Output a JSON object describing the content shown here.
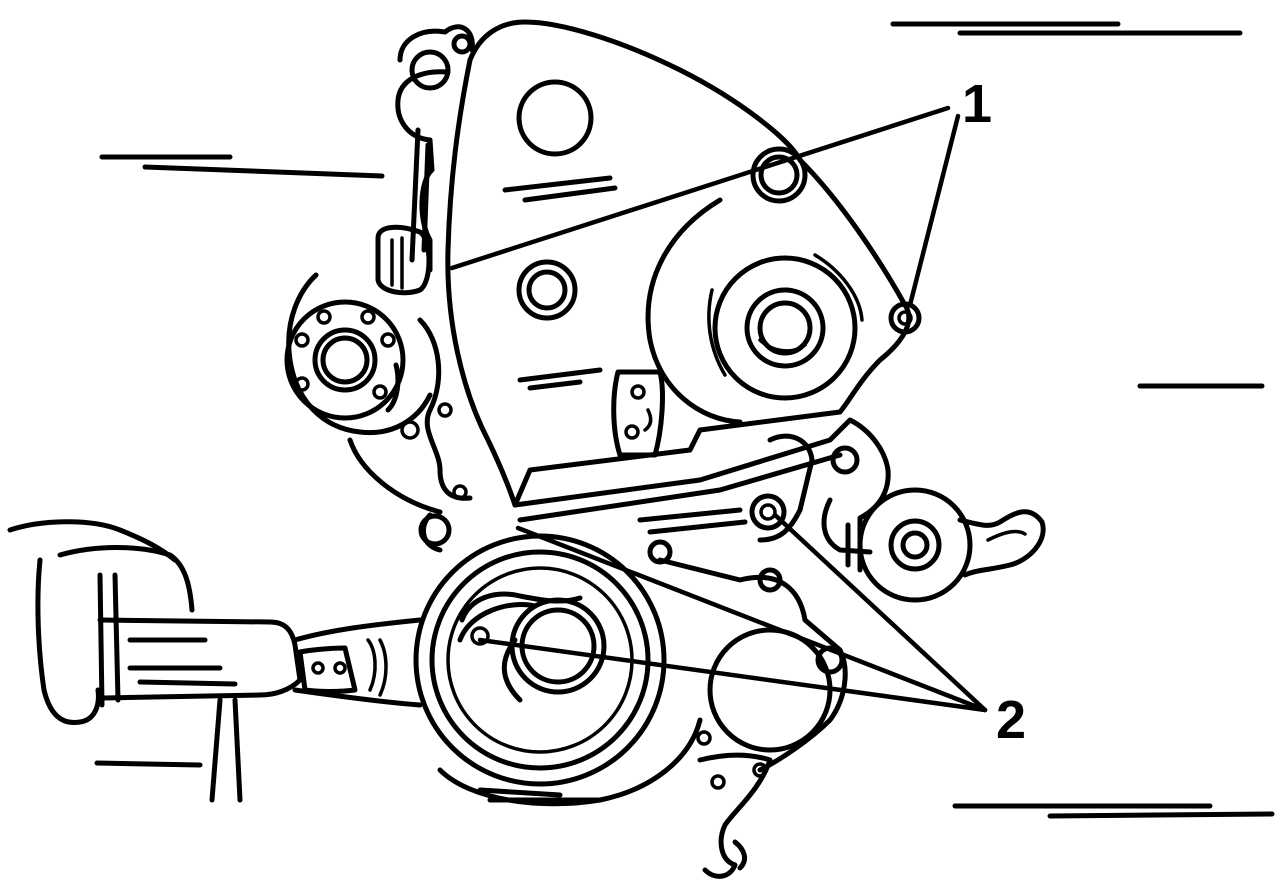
{
  "diagram": {
    "callouts": [
      {
        "id": "1",
        "label": "1"
      },
      {
        "id": "2",
        "label": "2"
      }
    ],
    "colors": {
      "ink": "#000000",
      "background": "#ffffff"
    }
  }
}
